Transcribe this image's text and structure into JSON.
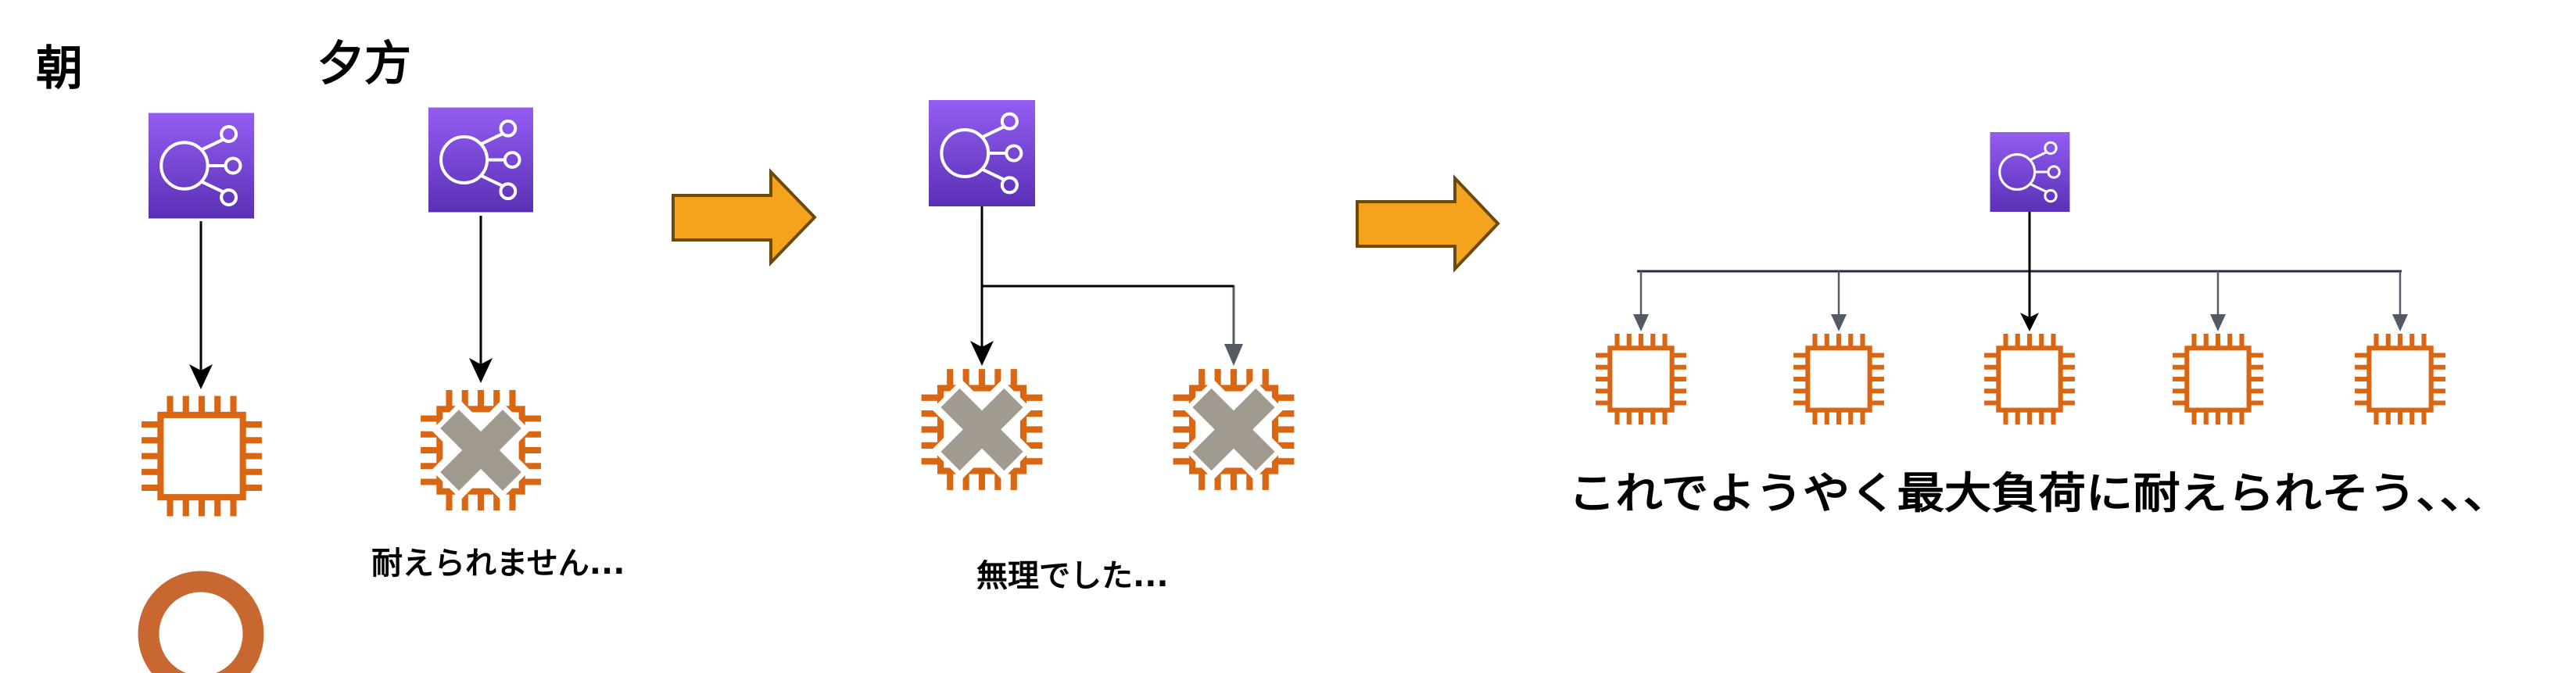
{
  "labels": {
    "morning": "朝",
    "evening": "夕方",
    "cannot_handle": "耐えられません...",
    "failed": "無理でした...",
    "finally": "これでようやく最大負荷に耐えられそう、、、"
  },
  "colors": {
    "load_balancer_top": "#945DF2",
    "load_balancer_bottom": "#5A30B5",
    "instance": "#D86613",
    "ok_mark": "#C86830",
    "fail_mark": "#A09A90",
    "transition_arrow": "#F5A31D",
    "transition_arrow_border": "#6B4A0E",
    "connector_dark": "#000000",
    "connector_gray": "#545B64"
  },
  "icons": {
    "load_balancer": "elastic-load-balancing-icon",
    "instance": "ec2-instance-chip-icon",
    "ok": "circle-ok-mark",
    "fail": "x-cross-mark",
    "transition": "block-arrow-right"
  }
}
